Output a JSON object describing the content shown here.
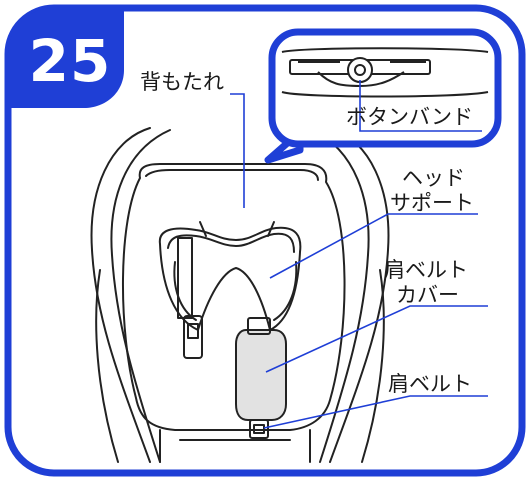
{
  "figure": {
    "step_number": "25",
    "labels": {
      "backrest": "背もたれ",
      "button_band": "ボタンバンド",
      "head_support_line1": "ヘッド",
      "head_support_line2": "サポート",
      "shoulder_belt_cover_line1": "肩ベルト",
      "shoulder_belt_cover_line2": "カバー",
      "shoulder_belt": "肩ベルト"
    },
    "colors": {
      "frame": "#1f3fd6",
      "leader_line": "#1f3fd6",
      "line_art": "#222222",
      "belt_cover_shade": "#e2e2e2",
      "badge_text": "#ffffff"
    }
  }
}
